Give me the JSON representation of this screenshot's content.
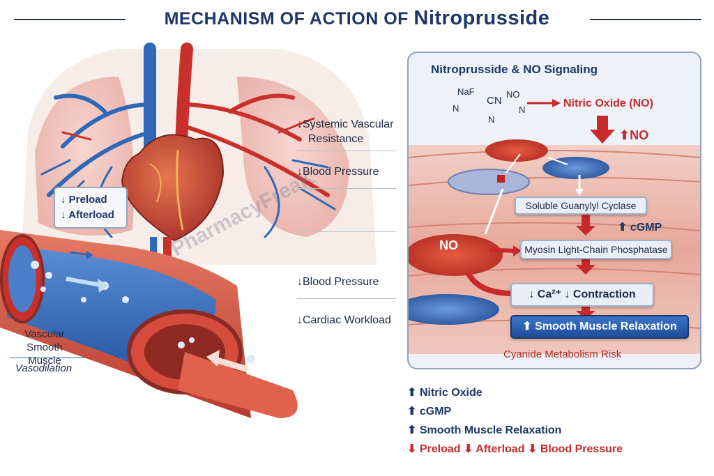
{
  "title": {
    "prefix": "MECHANISM OF ACTION OF",
    "drug": "Nitroprusside"
  },
  "watermark": "PharmacyFreaK",
  "left_labels": {
    "preload": "↓ Preload",
    "afterload": "↓ Afterload",
    "vascular_smooth_muscle_1": "Vascular",
    "vascular_smooth_muscle_2": "Smooth Muscle",
    "vasodilation": "Vasodilation"
  },
  "effects": [
    {
      "line1": "↓Systemic Vascular",
      "line2": "Resistance"
    },
    {
      "line1": "↓Blood Pressure"
    },
    {
      "line1": "↓Blood Pressure"
    },
    {
      "line1": "↓Cardiac Workload"
    }
  ],
  "panel": {
    "title": "Nitroprusside & NO Signaling",
    "molecule": {
      "naf": "NaF",
      "cn": "CN",
      "no": "NO",
      "n": "N"
    },
    "nitric_oxide": "Nitric Oxide (NO)",
    "up_no": "NO",
    "no_bubble": "NO",
    "sgc": "Soluble Guanylyl Cyclase",
    "cgmp": "cGMP",
    "mlcp": "Myosin Light-Chain Phosphatase",
    "ca_text": "↓ Ca²⁺ ↓ Contraction",
    "relaxation": "Smooth Muscle Relaxation",
    "risk": "Cyanide Metabolism Risk"
  },
  "summary": [
    {
      "text": "Nitric Oxide",
      "dir": "up"
    },
    {
      "text": "cGMP",
      "dir": "up"
    },
    {
      "text": "Smooth Muscle Relaxation",
      "dir": "up"
    }
  ],
  "summary_red": [
    "Preload",
    "Afterload",
    "Blood Pressure"
  ],
  "colors": {
    "navy": "#1c3768",
    "red": "#c8292b",
    "artery": "#c9302c",
    "vein": "#2f68b8"
  }
}
